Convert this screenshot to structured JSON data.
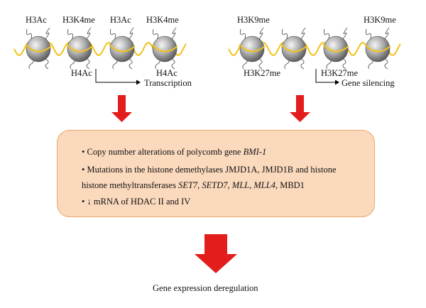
{
  "left_panel": {
    "top_labels": [
      "H3Ac",
      "H3K4me",
      "H3Ac",
      "H3K4me"
    ],
    "bottom_labels": [
      "H4Ac",
      "H4Ac"
    ],
    "arrow_label": "Transcription"
  },
  "right_panel": {
    "top_labels": [
      "H3K9me",
      "H3K9me"
    ],
    "bottom_labels": [
      "H3K27me",
      "H3K27me"
    ],
    "arrow_label": "Gene silencing"
  },
  "box": {
    "items": [
      {
        "before": "Copy number alterations of polycomb gene ",
        "italic": "BMI-1"
      },
      {
        "text": "Mutations in the histone demethylases JMJD1A, JMJD1B and histone"
      },
      {
        "text": "histone methyltransferases ",
        "genes": [
          "SET7",
          "SETD7",
          "MLL",
          "MLL4"
        ],
        "tail": "MBD1"
      },
      {
        "text": "↓ mRNA of HDAC II and IV"
      }
    ]
  },
  "outcome": "Gene expression deregulation",
  "colors": {
    "arrow": "#e31c1c",
    "dna": "#f2c21b",
    "box_fill": "#fbd9bd",
    "box_border": "#e8a86a",
    "nucleosome": "#8c8c8c"
  }
}
